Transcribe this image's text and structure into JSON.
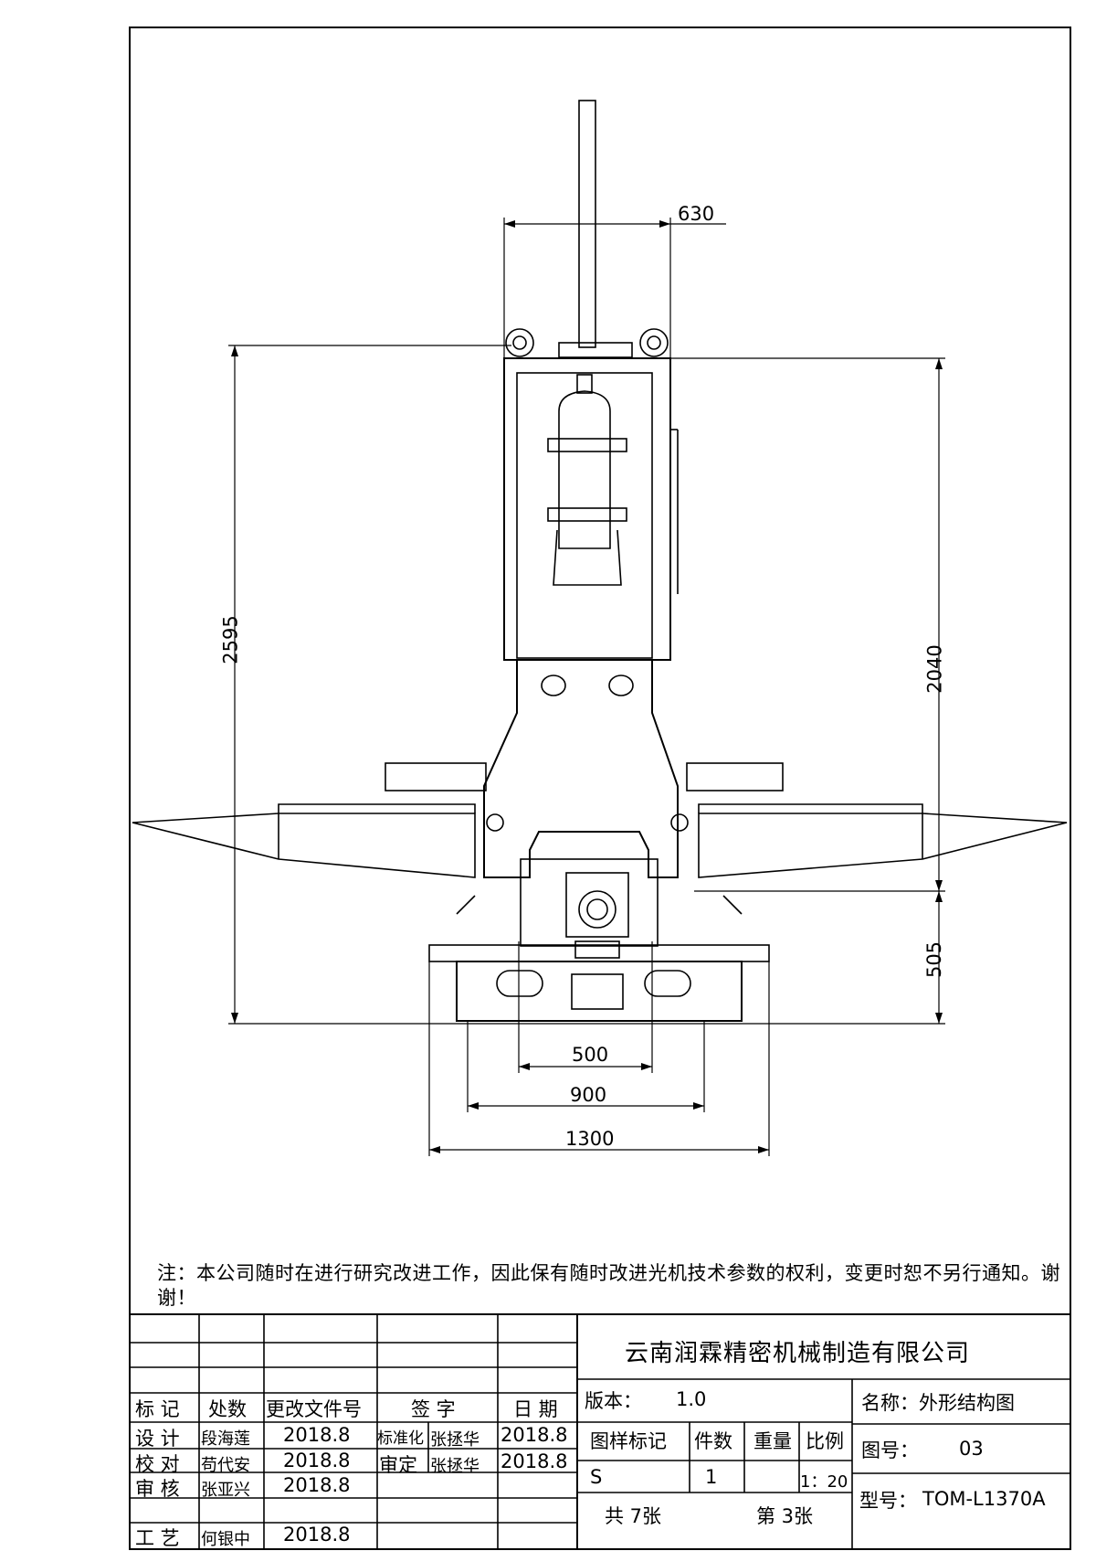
{
  "dimensions": {
    "top_width": "630",
    "overall_height": "2595",
    "column_height": "2040",
    "base_height": "505",
    "width_500": "500",
    "width_900": "900",
    "width_1300": "1300"
  },
  "note": "注：本公司随时在进行研究改进工作，因此保有随时改进光机技术参数的权利，变更时恕不另行通知。谢谢！",
  "revision_table": {
    "headers": {
      "mark": "标 记",
      "count": "处数",
      "change_doc": "更改文件号",
      "signature": "签 字",
      "date": "日 期"
    },
    "rows": [
      {
        "role": "设 计",
        "name": "段海莲",
        "date": "2018.8"
      },
      {
        "role": "校 对",
        "name": "苟代安",
        "date": "2018.8"
      },
      {
        "role": "审 核",
        "name": "张亚兴",
        "date": "2018.8"
      },
      {
        "role": "工 艺",
        "name": "何银中",
        "date": "2018.8"
      }
    ],
    "approvals": [
      {
        "role": "标准化",
        "name": "张拯华",
        "date": "2018.8"
      },
      {
        "role": "审定",
        "name": "张拯华",
        "date": "2018.8"
      }
    ]
  },
  "title_block": {
    "company": "云南润霖精密机械制造有限公司",
    "version_label": "版本：",
    "version_value": "1.0",
    "name_label": "名称：外形结构图",
    "drawing_no_label": "图号：",
    "drawing_no_value": "03",
    "model_label": "型号：",
    "model_value": "TOM-L1370A",
    "col_mark": "图样标记",
    "col_qty": "件数",
    "col_weight": "重量",
    "col_scale": "比例",
    "mark_value": "S",
    "qty_value": "1",
    "scale_value": "1：20",
    "total_sheets": "共 7张",
    "sheet_no": "第 3张"
  }
}
